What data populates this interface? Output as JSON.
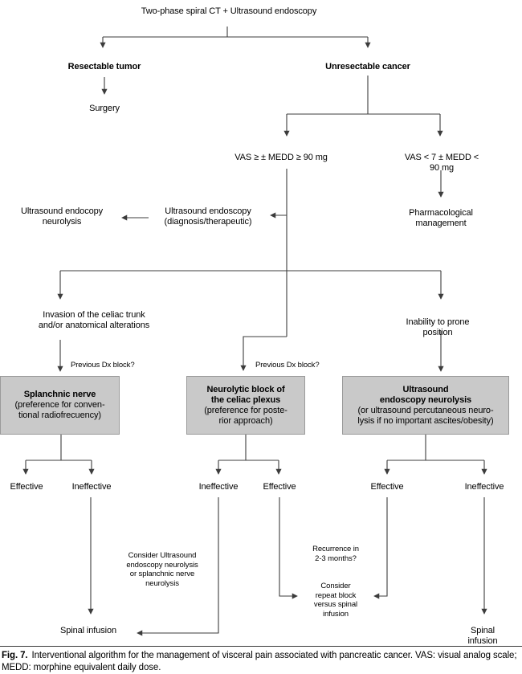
{
  "colors": {
    "box_fill": "#c9c9c9",
    "box_border": "#9a9a9a",
    "line": "#3c3c3c"
  },
  "nodes": {
    "root": "Two-phase spiral CT + Ultrasound endoscopy",
    "resectable": "Resectable tumor",
    "unresectable": "Unresectable cancer",
    "surgery": "Surgery",
    "vas_high": "VAS ≥ ± MEDD ≥ 90 mg",
    "vas_low": "VAS < 7 ± MEDD < 90 mg",
    "ultrasound_endoscopy_neurolysis": "Ultrasound endocopy\nneurolysis",
    "ultrasound_endoscopy_diagnostic": "Ultrasound endoscopy\n(diagnosis/therapeutic)",
    "pharmacological_management": "Pharmacological\nmanagement",
    "invasion_celiac_trunk": "Invasion of the celiac trunk\nand/or anatomical alterations",
    "inability_prone": "Inability to prone position",
    "previous_dx_block_left": "Previous Dx block?",
    "previous_dx_block_center": "Previous Dx block?",
    "consider_ultrasound_note": "Consider Ultrasound\nendoscopy neurolysis\nor splanchnic nerve\nneurolysis",
    "recurrence_note": "Recurrence in\n2-3 months?",
    "consider_repeat_block_note": "Consider\nrepeat block\nversus spinal\ninfusion",
    "spinal_infusion_left": "Spinal infusion",
    "spinal_infusion_right": "Spinal infusion"
  },
  "boxes": {
    "splanchnic": {
      "title": "Splanchnic nerve",
      "subtitle": "(preference for conven-\ntional radiofrecuency)"
    },
    "neurolytic": {
      "title": "Neurolytic block of\nthe celiac plexus",
      "subtitle": "(preference for poste-\nrior approach)"
    },
    "endoscopy": {
      "title": "Ultrasound\nendoscopy neurolysis",
      "subtitle": "(or ultrasound percutaneous neuro-\nlysis if no important ascites/obesity)"
    }
  },
  "outcomes": [
    "Effective",
    "Ineffective",
    "Ineffective",
    "Effective",
    "Effective",
    "Ineffective"
  ],
  "caption": {
    "fig_label": "Fig. 7.",
    "text": "Interventional algorithm for the management of visceral pain associated with pancreatic cancer. VAS: visual analog scale; MEDD: morphine equivalent daily dose."
  }
}
